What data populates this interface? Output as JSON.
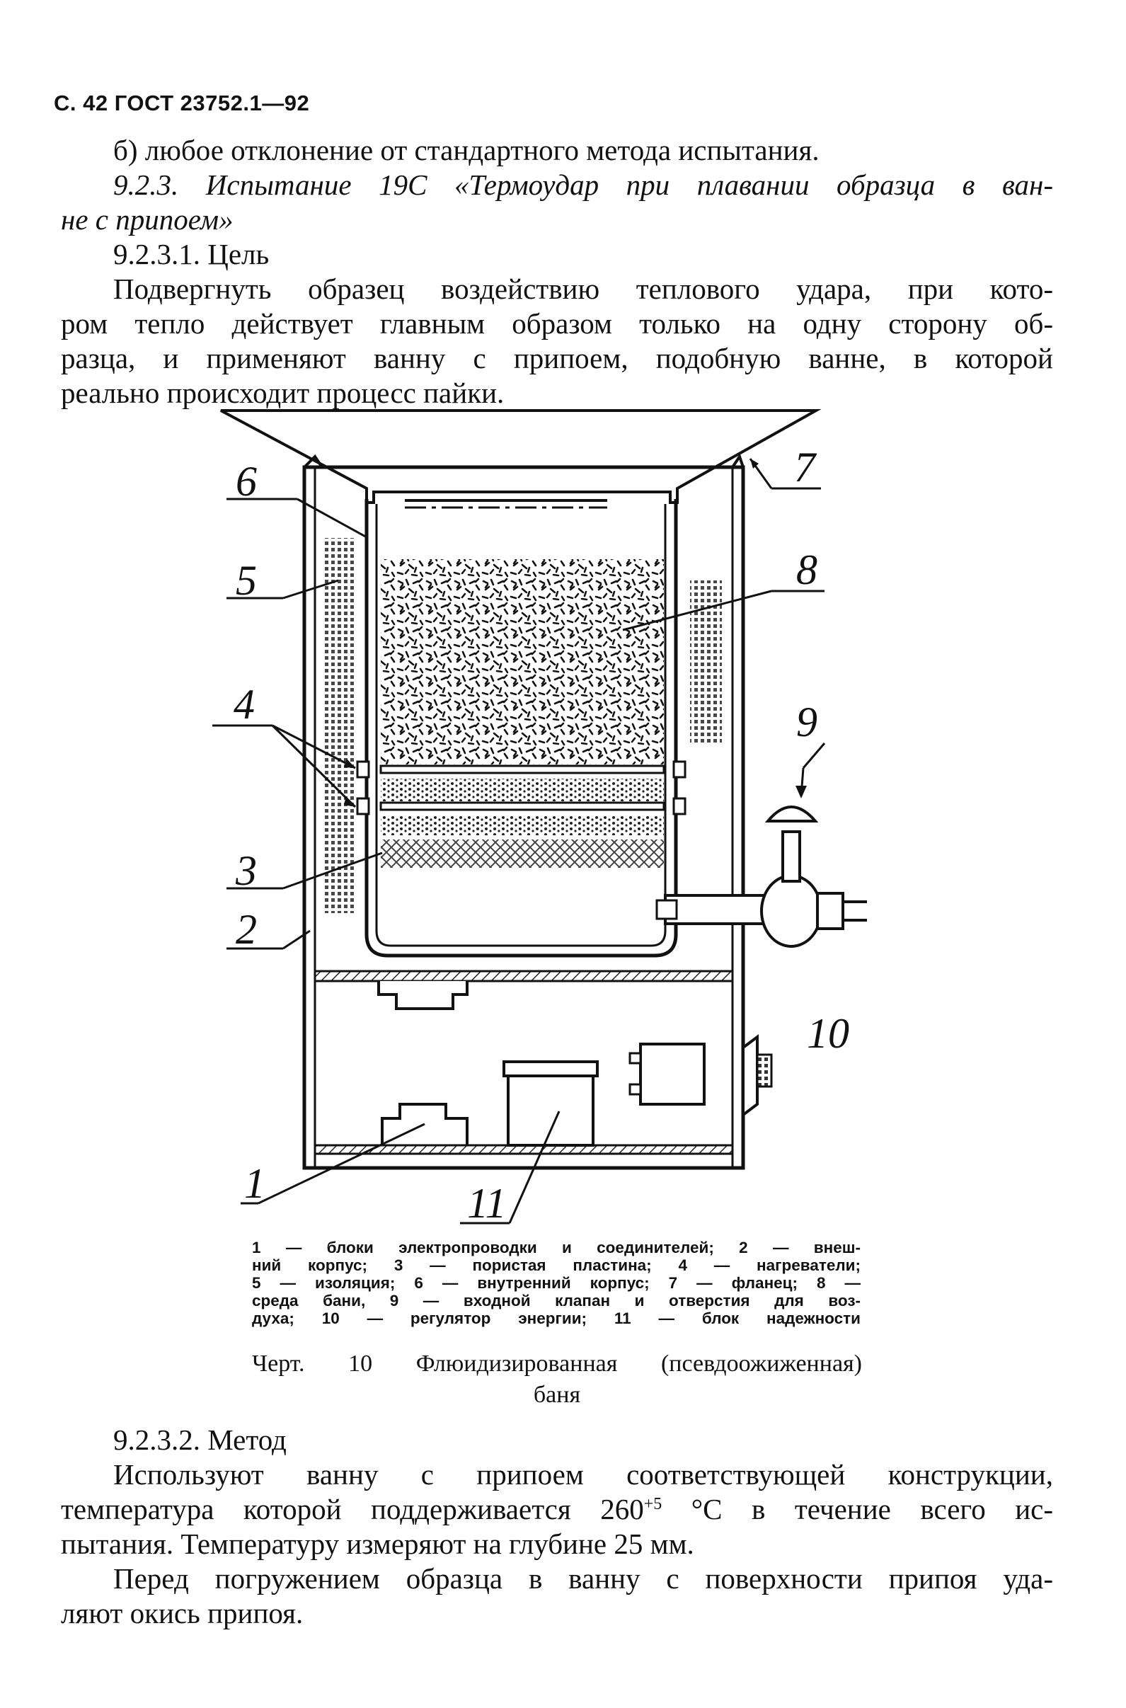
{
  "header": {
    "running_head": "С. 42 ГОСТ 23752.1—92"
  },
  "body_top": {
    "item_b": "б) любое отклонение от стандартного метода испытания.",
    "section_title_line1": "9.2.3. Испытание 19С «Термоудар при плавании образца в ван-",
    "section_title_line2": "не с припоем»",
    "goal_heading": "9.2.3.1. Цель",
    "goal_lines": [
      "Подвергнуть образец воздействию теплового удара, при кото-",
      "ром тепло действует главным образом только на одну сторону об-",
      "разца, и применяют ванну с припоем, подобную ванне, в которой",
      "реально происходит процесс пайки."
    ]
  },
  "figure": {
    "callouts": [
      "1",
      "2",
      "3",
      "4",
      "5",
      "6",
      "7",
      "8",
      "9",
      "10",
      "11"
    ],
    "legend_lines": [
      "1 — блоки электропроводки и соединителей; 2 — внеш-",
      "ний корпус; 3 — пористая пластина; 4 — нагреватели;",
      "5 — изоляция; 6 — внутренний корпус; 7 — фланец; 8 —",
      "среда бани, 9 — входной клапан и отверстия для воз-",
      "духа; 10 — регулятор энергии; 11 — блок надежности"
    ],
    "title_line1": "Черт. 10 Флюидизированная (псевдоожиженная)",
    "title_line2": "баня"
  },
  "body_bottom": {
    "method_heading": "9.2.3.2. Метод",
    "method_line1": "Используют ванну с припоем соответствующей конструкции,",
    "method_line2_pre": "температура которой поддерживается 260",
    "method_line2_sup": "+5",
    "method_line2_post": " °С в течение всего ис-",
    "method_line3": "пытания. Температуру измеряют на глубине 25 мм.",
    "dross_line1": "Перед погружением образца в ванну с поверхности припоя уда-",
    "dross_line2": "ляют окись припоя."
  }
}
